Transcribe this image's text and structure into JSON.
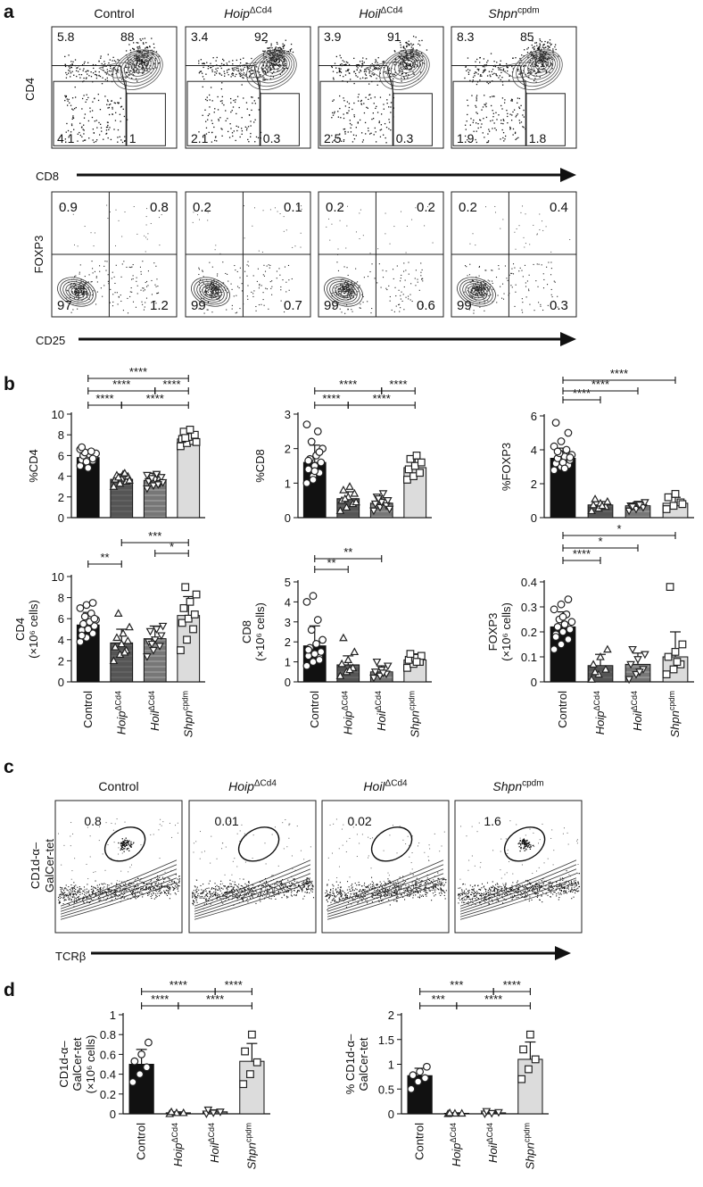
{
  "panels": {
    "a": {
      "letter": "a",
      "genotypes": [
        {
          "base": "Control",
          "sup": ""
        },
        {
          "base": "Hoip",
          "sup": "ΔCd4"
        },
        {
          "base": "Hoil",
          "sup": "ΔCd4"
        },
        {
          "base": "Shpn",
          "sup": "cpdm"
        }
      ],
      "row1": {
        "ylabel": "CD4",
        "xlabel": "CD8",
        "quadrants": [
          {
            "tl": "5.8",
            "tr": "88",
            "bl": "4.1",
            "br": "1"
          },
          {
            "tl": "3.4",
            "tr": "92",
            "bl": "2.1",
            "br": "0.3"
          },
          {
            "tl": "3.9",
            "tr": "91",
            "bl": "2.5",
            "br": "0.3"
          },
          {
            "tl": "8.3",
            "tr": "85",
            "bl": "1.9",
            "br": "1.8"
          }
        ]
      },
      "row2": {
        "ylabel": "FOXP3",
        "xlabel": "CD25",
        "quadrants": [
          {
            "tl": "0.9",
            "tr": "0.8",
            "bl": "97",
            "br": "1.2"
          },
          {
            "tl": "0.2",
            "tr": "0.1",
            "bl": "99",
            "br": "0.7"
          },
          {
            "tl": "0.2",
            "tr": "0.2",
            "bl": "99",
            "br": "0.6"
          },
          {
            "tl": "0.2",
            "tr": "0.4",
            "bl": "99",
            "br": "0.3"
          }
        ]
      }
    },
    "b": {
      "letter": "b"
    },
    "c": {
      "letter": "c",
      "ylabel_lines": [
        "CD1d-α–",
        "GalCer-tet"
      ],
      "xlabel": "TCRβ",
      "gate_values": [
        "0.8",
        "0.01",
        "0.02",
        "1.6"
      ]
    },
    "d": {
      "letter": "d"
    }
  },
  "chart_data": [
    {
      "id": "b1",
      "type": "bar",
      "ylabel": "%CD4",
      "ylim": [
        0,
        10
      ],
      "yticks": [
        0,
        2,
        4,
        6,
        8,
        10
      ],
      "categories": [
        "Control",
        "Hoip ΔCd4",
        "Hoil ΔCd4",
        "Shpn cpdm"
      ],
      "values": [
        5.8,
        3.7,
        3.6,
        7.6
      ],
      "errors": [
        0.6,
        0.5,
        0.7,
        0.6
      ],
      "points": [
        [
          5.0,
          5.3,
          5.5,
          5.6,
          5.8,
          5.9,
          6.0,
          6.1,
          6.2,
          6.3,
          6.4,
          6.6,
          5.4,
          5.7,
          6.8,
          4.8
        ],
        [
          3.0,
          3.3,
          3.5,
          3.7,
          3.8,
          4.0,
          4.1,
          4.2,
          3.6,
          3.9,
          4.3
        ],
        [
          2.8,
          3.1,
          3.3,
          3.5,
          3.7,
          3.9,
          4.0,
          4.2,
          3.4,
          3.8,
          3.2,
          4.1
        ],
        [
          6.9,
          7.2,
          7.4,
          7.6,
          7.8,
          8.0,
          8.3,
          8.5,
          7.3,
          7.7
        ]
      ],
      "sig": [
        {
          "from": 0,
          "to": 1,
          "label": "****"
        },
        {
          "from": 1,
          "to": 3,
          "label": "****"
        },
        {
          "from": 0,
          "to": 2,
          "label": "****"
        },
        {
          "from": 2,
          "to": 3,
          "label": "****"
        },
        {
          "from": 0,
          "to": 3,
          "label": "****"
        }
      ]
    },
    {
      "id": "b2",
      "type": "bar",
      "ylabel": "%CD8",
      "ylim": [
        0,
        3
      ],
      "yticks": [
        0,
        1,
        2,
        3
      ],
      "categories": [
        "Control",
        "Hoip ΔCd4",
        "Hoil ΔCd4",
        "Shpn cpdm"
      ],
      "values": [
        1.6,
        0.55,
        0.42,
        1.45
      ],
      "errors": [
        0.5,
        0.2,
        0.15,
        0.25
      ],
      "points": [
        [
          1.0,
          1.2,
          1.3,
          1.4,
          1.5,
          1.6,
          1.7,
          1.8,
          2.0,
          2.2,
          2.5,
          2.7,
          1.1,
          1.9,
          1.65,
          1.35
        ],
        [
          0.2,
          0.3,
          0.4,
          0.5,
          0.6,
          0.7,
          0.8,
          0.9,
          0.45,
          0.55
        ],
        [
          0.2,
          0.3,
          0.35,
          0.4,
          0.45,
          0.5,
          0.6,
          0.7,
          0.25,
          0.55
        ],
        [
          1.1,
          1.2,
          1.3,
          1.4,
          1.5,
          1.6,
          1.7,
          1.8
        ]
      ],
      "sig": [
        {
          "from": 0,
          "to": 1,
          "label": "****"
        },
        {
          "from": 1,
          "to": 3,
          "label": "****"
        },
        {
          "from": 0,
          "to": 2,
          "label": "****"
        },
        {
          "from": 2,
          "to": 3,
          "label": "****"
        }
      ]
    },
    {
      "id": "b3",
      "type": "bar",
      "ylabel": "%FOXP3",
      "ylim": [
        0,
        6
      ],
      "yticks": [
        0,
        2,
        4,
        6
      ],
      "categories": [
        "Control",
        "Hoip ΔCd4",
        "Hoil ΔCd4",
        "Shpn cpdm"
      ],
      "values": [
        3.5,
        0.75,
        0.7,
        0.85
      ],
      "errors": [
        0.6,
        0.2,
        0.2,
        0.35
      ],
      "points": [
        [
          2.8,
          3.0,
          3.1,
          3.2,
          3.3,
          3.4,
          3.5,
          3.6,
          3.7,
          3.8,
          4.0,
          4.2,
          4.5,
          5.0,
          5.6,
          3.25,
          3.55,
          3.9,
          2.9
        ],
        [
          0.4,
          0.55,
          0.65,
          0.75,
          0.85,
          0.95,
          1.1,
          0.7
        ],
        [
          0.4,
          0.5,
          0.6,
          0.7,
          0.8,
          0.9,
          0.65,
          0.75
        ],
        [
          0.5,
          0.7,
          0.9,
          1.2,
          1.4,
          0.8
        ]
      ],
      "sig": [
        {
          "from": 0,
          "to": 1,
          "label": "****"
        },
        {
          "from": 0,
          "to": 2,
          "label": "****"
        },
        {
          "from": 0,
          "to": 3,
          "label": "****"
        }
      ]
    },
    {
      "id": "b4",
      "type": "bar",
      "ylabel_lines": [
        "CD4",
        "(×10⁶ cells)"
      ],
      "ylim": [
        0,
        10
      ],
      "yticks": [
        0,
        2,
        4,
        6,
        8,
        10
      ],
      "categories": [
        "Control",
        "Hoip ΔCd4",
        "Hoil ΔCd4",
        "Shpn cpdm"
      ],
      "values": [
        5.4,
        3.7,
        4.1,
        6.3
      ],
      "errors": [
        1.2,
        1.3,
        1.2,
        1.8
      ],
      "points": [
        [
          3.8,
          4.2,
          4.6,
          4.9,
          5.1,
          5.3,
          5.5,
          5.7,
          5.9,
          6.2,
          6.5,
          7.0,
          7.3,
          7.5,
          4.4,
          5.0,
          6.0
        ],
        [
          2.0,
          2.6,
          3.0,
          3.3,
          3.6,
          3.9,
          4.2,
          4.6,
          5.2,
          6.5,
          2.8
        ],
        [
          2.4,
          3.0,
          3.4,
          3.8,
          4.0,
          4.4,
          4.8,
          5.0,
          5.3,
          3.6
        ],
        [
          3.0,
          4.0,
          5.0,
          5.6,
          6.0,
          6.4,
          7.0,
          7.6,
          8.3,
          9.0
        ]
      ],
      "sig": [
        {
          "from": 0,
          "to": 1,
          "label": "**"
        },
        {
          "from": 2,
          "to": 3,
          "label": "*"
        },
        {
          "from": 1,
          "to": 3,
          "label": "***"
        }
      ]
    },
    {
      "id": "b5",
      "type": "bar",
      "ylabel_lines": [
        "CD8",
        "(×10⁶ cells)"
      ],
      "ylim": [
        0,
        5
      ],
      "yticks": [
        0,
        1,
        2,
        3,
        4,
        5
      ],
      "categories": [
        "Control",
        "Hoip ΔCd4",
        "Hoil ΔCd4",
        "Shpn cpdm"
      ],
      "values": [
        1.8,
        0.85,
        0.5,
        1.1
      ],
      "errors": [
        1.0,
        0.45,
        0.3,
        0.3
      ],
      "points": [
        [
          0.8,
          1.0,
          1.2,
          1.3,
          1.4,
          1.5,
          1.7,
          1.9,
          2.1,
          2.6,
          3.1,
          4.0,
          4.3,
          1.1,
          1.6
        ],
        [
          0.3,
          0.5,
          0.7,
          0.9,
          1.1,
          1.5,
          2.2,
          0.6
        ],
        [
          0.2,
          0.3,
          0.4,
          0.5,
          0.6,
          0.8,
          1.0,
          0.45
        ],
        [
          0.7,
          0.9,
          1.0,
          1.1,
          1.2,
          1.3,
          1.4,
          1.0
        ]
      ],
      "sig": [
        {
          "from": 0,
          "to": 1,
          "label": "**"
        },
        {
          "from": 0,
          "to": 2,
          "label": "**"
        }
      ]
    },
    {
      "id": "b6",
      "type": "bar",
      "ylabel_lines": [
        "FOXP3",
        "(×10⁶ cells)"
      ],
      "ylim": [
        0,
        0.4
      ],
      "yticks": [
        0,
        0.1,
        0.2,
        0.3,
        0.4
      ],
      "categories": [
        "Control",
        "Hoip ΔCd4",
        "Hoil ΔCd4",
        "Shpn cpdm"
      ],
      "values": [
        0.22,
        0.065,
        0.07,
        0.1
      ],
      "errors": [
        0.06,
        0.045,
        0.045,
        0.1
      ],
      "points": [
        [
          0.13,
          0.15,
          0.17,
          0.19,
          0.2,
          0.21,
          0.22,
          0.23,
          0.24,
          0.25,
          0.27,
          0.29,
          0.31,
          0.33,
          0.18,
          0.26
        ],
        [
          0.01,
          0.03,
          0.05,
          0.07,
          0.1,
          0.13,
          0.04
        ],
        [
          0.01,
          0.03,
          0.05,
          0.07,
          0.09,
          0.11,
          0.13,
          0.04
        ],
        [
          0.03,
          0.05,
          0.07,
          0.1,
          0.12,
          0.15,
          0.38,
          0.08
        ]
      ],
      "sig": [
        {
          "from": 0,
          "to": 1,
          "label": "****"
        },
        {
          "from": 0,
          "to": 2,
          "label": "*"
        },
        {
          "from": 0,
          "to": 3,
          "label": "*"
        }
      ]
    },
    {
      "id": "d1",
      "type": "bar",
      "ylabel_lines": [
        "CD1d-α–",
        "GalCer-tet",
        "(×10⁶ cells)"
      ],
      "ylim": [
        0,
        1.0
      ],
      "yticks": [
        0,
        0.2,
        0.4,
        0.6,
        0.8,
        1.0
      ],
      "categories": [
        "Control",
        "Hoip ΔCd4",
        "Hoil ΔCd4",
        "Shpn cpdm"
      ],
      "values": [
        0.5,
        0.01,
        0.02,
        0.53
      ],
      "errors": [
        0.15,
        0.01,
        0.02,
        0.18
      ],
      "points": [
        [
          0.32,
          0.4,
          0.47,
          0.53,
          0.6,
          0.72
        ],
        [
          0.0,
          0.01,
          0.01,
          0.02
        ],
        [
          0.0,
          0.01,
          0.02,
          0.04
        ],
        [
          0.3,
          0.4,
          0.52,
          0.63,
          0.8
        ]
      ],
      "sig": [
        {
          "from": 0,
          "to": 1,
          "label": "****"
        },
        {
          "from": 1,
          "to": 3,
          "label": "****"
        },
        {
          "from": 0,
          "to": 2,
          "label": "****"
        },
        {
          "from": 2,
          "to": 3,
          "label": "****"
        }
      ]
    },
    {
      "id": "d2",
      "type": "bar",
      "ylabel_lines": [
        "% CD1d-α–",
        "GalCer-tet"
      ],
      "ylim": [
        0,
        2.0
      ],
      "yticks": [
        0,
        0.5,
        1.0,
        1.5,
        2.0
      ],
      "categories": [
        "Control",
        "Hoip ΔCd4",
        "Hoil ΔCd4",
        "Shpn cpdm"
      ],
      "values": [
        0.77,
        0.01,
        0.02,
        1.1
      ],
      "errors": [
        0.15,
        0.01,
        0.02,
        0.35
      ],
      "points": [
        [
          0.5,
          0.65,
          0.72,
          0.78,
          0.85,
          0.95
        ],
        [
          0.0,
          0.01,
          0.01,
          0.02
        ],
        [
          0.0,
          0.01,
          0.03,
          0.05
        ],
        [
          0.7,
          0.9,
          1.1,
          1.3,
          1.6
        ]
      ],
      "sig": [
        {
          "from": 0,
          "to": 1,
          "label": "***"
        },
        {
          "from": 1,
          "to": 3,
          "label": "****"
        },
        {
          "from": 0,
          "to": 2,
          "label": "***"
        },
        {
          "from": 2,
          "to": 3,
          "label": "****"
        }
      ]
    }
  ],
  "colors": {
    "control": "#111111",
    "hoip": "#585858",
    "hoil": "#7b7b7b",
    "shpn": "#dcdcdc"
  }
}
